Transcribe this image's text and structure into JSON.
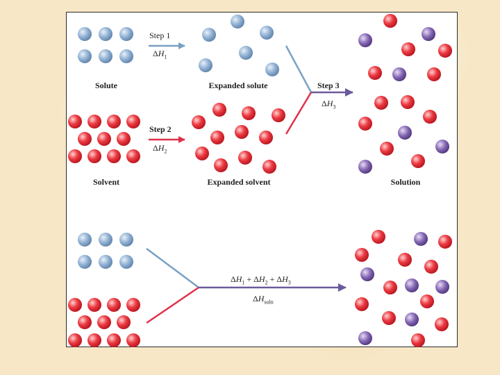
{
  "colors": {
    "solute": "#8fb0d3",
    "solvent": "#e8323c",
    "solute_ion": "#7b5aa6",
    "solution_arrow": "#6a5a9c",
    "solute_line": "#7aa0c4",
    "solvent_line": "#e0304a",
    "frame_background": "#ffffff",
    "slide_background": "#f7e7c6"
  },
  "labels": {
    "solute": "Solute",
    "expanded_solute": "Expanded solute",
    "solvent": "Solvent",
    "expanded_solvent": "Expanded solvent",
    "solution": "Solution"
  },
  "steps": {
    "step1": {
      "label": "Step 1",
      "delta": "Δ",
      "symbol": "H",
      "sub": "1"
    },
    "step2": {
      "label": "Step 2",
      "delta": "Δ",
      "symbol": "H",
      "sub": "2"
    },
    "step3": {
      "label": "Step 3",
      "delta": "Δ",
      "symbol": "H",
      "sub": "3"
    }
  },
  "overall": {
    "sum_equation": "ΔH1 + ΔH2 + ΔH3",
    "sum_terms": [
      {
        "delta": "Δ",
        "symbol": "H",
        "sub": "1"
      },
      {
        "delta": "Δ",
        "symbol": "H",
        "sub": "2"
      },
      {
        "delta": "Δ",
        "symbol": "H",
        "sub": "3"
      }
    ],
    "plus": "+",
    "result": {
      "delta": "Δ",
      "symbol": "H",
      "sub": "soln"
    }
  }
}
